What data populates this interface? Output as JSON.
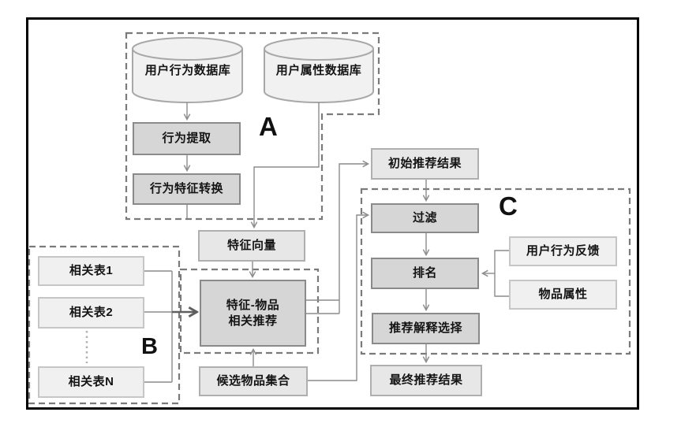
{
  "diagram": {
    "title": "recommendation-system-flowchart",
    "regions": {
      "a": "A",
      "b": "B",
      "c": "C"
    },
    "nodes": {
      "user_behavior_db": {
        "label": "用户行为数据库",
        "shape": "cylinder"
      },
      "user_attr_db": {
        "label": "用户属性数据库",
        "shape": "cylinder"
      },
      "behavior_extraction": {
        "label": "行为提取"
      },
      "behavior_feature_conversion": {
        "label": "行为特征转换"
      },
      "feature_vector": {
        "label": "特征向量"
      },
      "feature_item_rec": {
        "label_line1": "特征-物品",
        "label_line2": "相关推荐"
      },
      "candidate_items": {
        "label": "候选物品集合"
      },
      "related_table_1": {
        "label": "相关表1"
      },
      "related_table_2": {
        "label": "相关表2"
      },
      "related_table_n": {
        "label": "相关表N"
      },
      "initial_results": {
        "label": "初始推荐结果"
      },
      "filter": {
        "label": "过滤"
      },
      "ranking": {
        "label": "排名"
      },
      "explanation_selection": {
        "label": "推荐解释选择"
      },
      "final_results": {
        "label": "最终推荐结果"
      },
      "user_feedback": {
        "label": "用户行为反馈"
      },
      "item_attributes": {
        "label": "物品属性"
      }
    },
    "colors": {
      "frame_border": "#000000",
      "process_box_fill": "#d6d6d6",
      "process_box_border": "#8a8a8a",
      "result_box_fill": "#e7e7e7",
      "result_box_border": "#afafaf",
      "input_box_fill": "#f0f0f0",
      "input_box_border": "#c6c6c6",
      "cylinder_fill": "#f1f1f1",
      "cylinder_border": "#a8a8a8",
      "connector": "#8c8c8c",
      "dashed_region": "#7a7a7a",
      "text": "#141414"
    }
  }
}
